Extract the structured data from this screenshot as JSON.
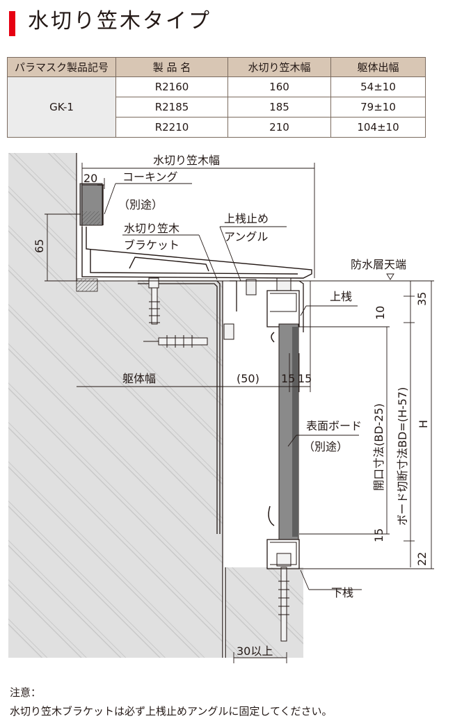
{
  "title": "水切り笠木タイプ",
  "table": {
    "headers": [
      "パラマスク製品記号",
      "製 品 名",
      "水切り笠木幅",
      "躯体出幅"
    ],
    "code": "GK-1",
    "rows": [
      {
        "product": "R2160",
        "width": "160",
        "projection": "54±10"
      },
      {
        "product": "R2185",
        "width": "185",
        "projection": "79±10"
      },
      {
        "product": "R2210",
        "width": "210",
        "projection": "104±10"
      }
    ]
  },
  "diagram": {
    "labels": {
      "kasagi_width": "水切り笠木幅",
      "dim_20": "20",
      "caulking": "コーキング",
      "caulking_note": "（別途）",
      "bracket_1": "水切り笠木",
      "bracket_2": "ブラケット",
      "angle_1": "上桟止め",
      "angle_2": "アングル",
      "dim_65": "65",
      "waterproof_top": "防水層天端",
      "upper_rail": "上桟",
      "dim_35": "35",
      "dim_10": "10",
      "body_width": "躯体幅",
      "dim_50": "(50)",
      "dim_15a": "15",
      "dim_15b": "15",
      "opening": "開口寸法(BD-25)",
      "board_cut": "ボード切断寸法BD=(H-57)",
      "dim_H": "H",
      "surface_board": "表面ボード",
      "surface_board_note": "（別途）",
      "dim_15c": "15",
      "dim_22": "22",
      "lower_rail": "下桟",
      "dim_30": "30以上"
    }
  },
  "note": {
    "heading": "注意：",
    "text": "水切り笠木ブラケットは必ず上桟止めアングルに固定してください。"
  }
}
